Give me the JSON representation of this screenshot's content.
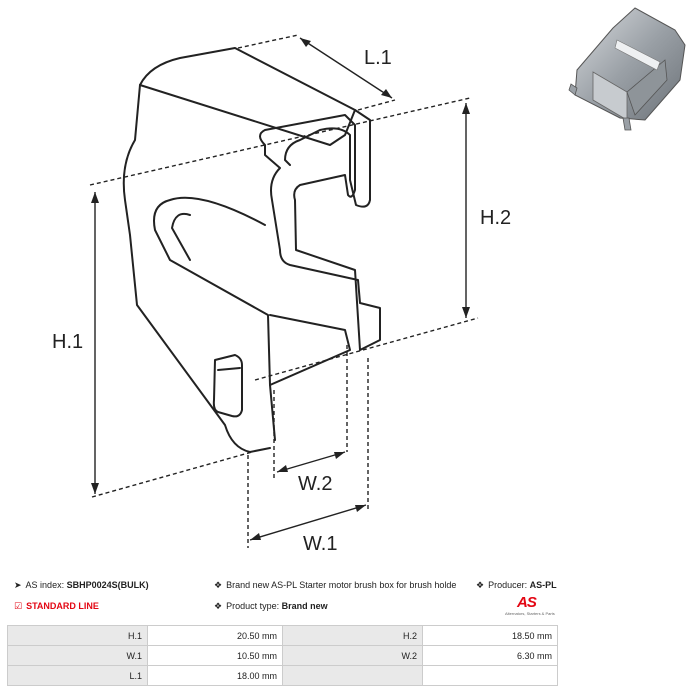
{
  "drawing": {
    "labels": {
      "l1": "L.1",
      "h1": "H.1",
      "h2": "H.2",
      "w1": "W.1",
      "w2": "W.2"
    }
  },
  "info": {
    "as_index_label": "AS index:",
    "as_index_value": "SBHP0024S(BULK)",
    "line_label": "STANDARD LINE",
    "description": "Brand new AS-PL Starter motor brush box for brush holde",
    "producer_label": "Producer:",
    "producer_value": "AS-PL",
    "product_type_label": "Product type:",
    "product_type_value": "Brand new"
  },
  "logo": {
    "mark": "AS",
    "tagline": "Alternators, Starters & Parts"
  },
  "colors": {
    "accent": "#e30613",
    "label_cell": "#e9e9e9",
    "grid": "#cccccc"
  },
  "icons": {
    "as_index": "tags-icon",
    "line": "check-square-icon",
    "description": "info-circle-icon",
    "producer": "info-circle-icon",
    "product_type": "info-circle-icon"
  },
  "specs": {
    "rows": [
      {
        "k1": "H.1",
        "v1": "20.50 mm",
        "k2": "H.2",
        "v2": "18.50 mm"
      },
      {
        "k1": "W.1",
        "v1": "10.50 mm",
        "k2": "W.2",
        "v2": "6.30 mm"
      },
      {
        "k1": "L.1",
        "v1": "18.00 mm",
        "k2": "",
        "v2": ""
      }
    ]
  }
}
